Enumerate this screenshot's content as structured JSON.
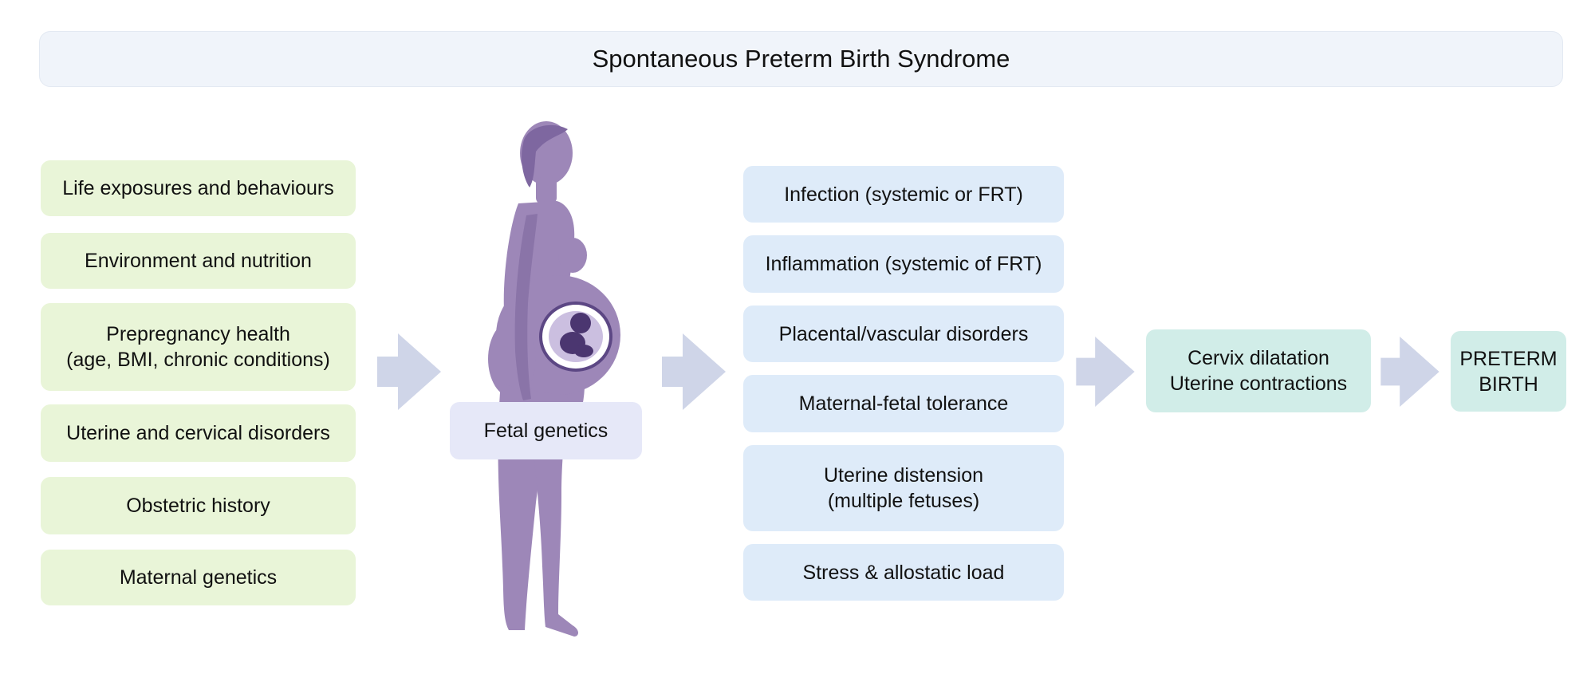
{
  "title": "Spontaneous Preterm Birth Syndrome",
  "risk_factors": [
    "Life exposures and behaviours",
    "Environment and nutrition",
    "Prepregnancy health",
    "(age, BMI, chronic conditions)",
    "Uterine and cervical disorders",
    "Obstetric history",
    "Maternal genetics"
  ],
  "fetal_genetics": "Fetal genetics",
  "mechanisms": [
    "Infection (systemic or FRT)",
    "Inflammation (systemic of FRT)",
    "Placental/vascular disorders",
    "Maternal-fetal tolerance",
    "Uterine distension",
    "(multiple fetuses)",
    "Stress & allostatic load"
  ],
  "outcome": {
    "line1": "Cervix dilatation",
    "line2": "Uterine contractions"
  },
  "result": {
    "line1": "PRETERM",
    "line2": "BIRTH"
  },
  "colors": {
    "risk_box": "#e9f5d8",
    "mechanism_box": "#deebf9",
    "outcome_box": "#d1ede8",
    "fetal_box": "#e6e8f8",
    "arrow": "#cfd5e8",
    "figure": "#9d87b8"
  },
  "icons": [
    "arrow-right-icon",
    "pregnant-woman-icon",
    "fetus-icon"
  ]
}
